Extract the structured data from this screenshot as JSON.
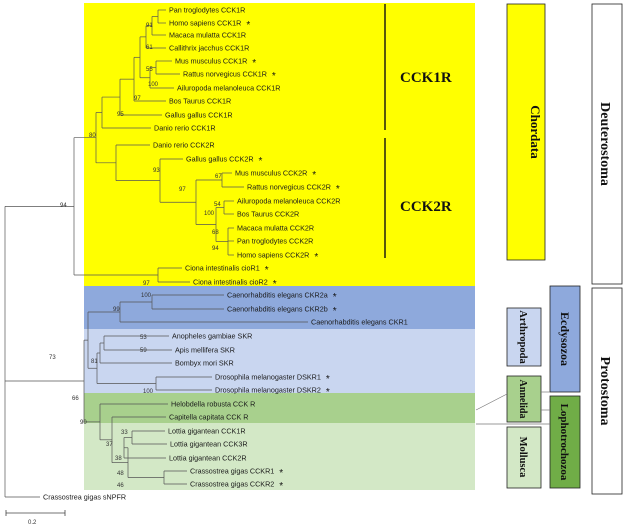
{
  "groups": {
    "chordata": "Chordata",
    "deuterostoma": "Deuterostoma",
    "protostoma": "Protostoma",
    "ecdysozoa": "Ecdysozoa",
    "lophotrochozoa": "Lophotrochozoa",
    "arthropoda": "Arthropoda",
    "annelida": "Annelida",
    "mollusca": "Mollusca",
    "cck1r": "CCK1R",
    "cck2r": "CCK2R"
  },
  "scale_bar_label": "0.2",
  "colors": {
    "chordata": "#ffff00",
    "ecdysozoa_band": "#8ea9dc",
    "arthropoda_band": "#c9d6f0",
    "annelida_band": "#a8d08d",
    "mollusca_band": "#d3e8c6",
    "ecdysozoa_box": "#8ea9dc",
    "lophotrochozoa_box": "#70ad47"
  },
  "leaves": [
    {
      "label": "Pan troglodytes CCK1R",
      "star": false
    },
    {
      "label": "Homo sapiens CCK1R",
      "star": true
    },
    {
      "label": "Macaca mulatta CCK1R",
      "star": false
    },
    {
      "label": "Callithrix jacchus CCK1R",
      "star": false
    },
    {
      "label": "Mus musculus CCK1R",
      "star": true
    },
    {
      "label": "Rattus norvegicus CCK1R",
      "star": true
    },
    {
      "label": "Ailuropoda melanoleuca CCK1R",
      "star": false
    },
    {
      "label": "Bos Taurus CCK1R",
      "star": false
    },
    {
      "label": "Gallus gallus CCK1R",
      "star": false
    },
    {
      "label": "Danio rerio CCK1R",
      "star": false
    },
    {
      "label": "Danio rerio CCK2R",
      "star": false
    },
    {
      "label": "Gallus gallus CCK2R",
      "star": true
    },
    {
      "label": "Mus musculus CCK2R",
      "star": true
    },
    {
      "label": "Rattus norvegicus CCK2R",
      "star": true
    },
    {
      "label": "Ailuropoda melanoleuca CCK2R",
      "star": false
    },
    {
      "label": "Bos Taurus CCK2R",
      "star": false
    },
    {
      "label": "Macaca mulatta CCK2R",
      "star": false
    },
    {
      "label": "Pan troglodytes CCK2R",
      "star": false
    },
    {
      "label": "Homo sapiens CCK2R",
      "star": true
    },
    {
      "label": "Ciona intestinalis cioR1",
      "star": true
    },
    {
      "label": "Ciona intestinalis cioR2",
      "star": true
    },
    {
      "label": "Caenorhabditis elegans CKR2a",
      "star": true
    },
    {
      "label": "Caenorhabditis elegans CKR2b",
      "star": true
    },
    {
      "label": "Caenorhabditis elegans CKR1",
      "star": false
    },
    {
      "label": "Anopheles gambiae SKR",
      "star": false
    },
    {
      "label": "Apis mellifera SKR",
      "star": false
    },
    {
      "label": "Bombyx mori SKR",
      "star": false
    },
    {
      "label": "Drosophila melanogaster DSKR1",
      "star": true
    },
    {
      "label": "Drosophila melanogaster DSKR2",
      "star": true
    },
    {
      "label": "Helobdella robusta CCK R",
      "star": false
    },
    {
      "label": "Capitella capitata CCK R",
      "star": false
    },
    {
      "label": "Lottia gigantean CCK1R",
      "star": false
    },
    {
      "label": "Lottia gigantean CCK3R",
      "star": false
    },
    {
      "label": "Lottia gigantean CCK2R",
      "star": false
    },
    {
      "label": "Crassostrea gigas CCKR1",
      "star": true
    },
    {
      "label": "Crassostrea gigas CCKR2",
      "star": true
    },
    {
      "label": "Crassostrea gigas sNPFR",
      "star": false
    }
  ],
  "bootstrap": [
    "91",
    "61",
    "55",
    "100",
    "97",
    "95",
    "80",
    "67",
    "54",
    "100",
    "68",
    "94",
    "97",
    "93",
    "94",
    "97",
    "100",
    "99",
    "53",
    "59",
    "81",
    "100",
    "66",
    "33",
    "38",
    "48",
    "46",
    "37",
    "90",
    "73"
  ],
  "star_symbol": "*"
}
